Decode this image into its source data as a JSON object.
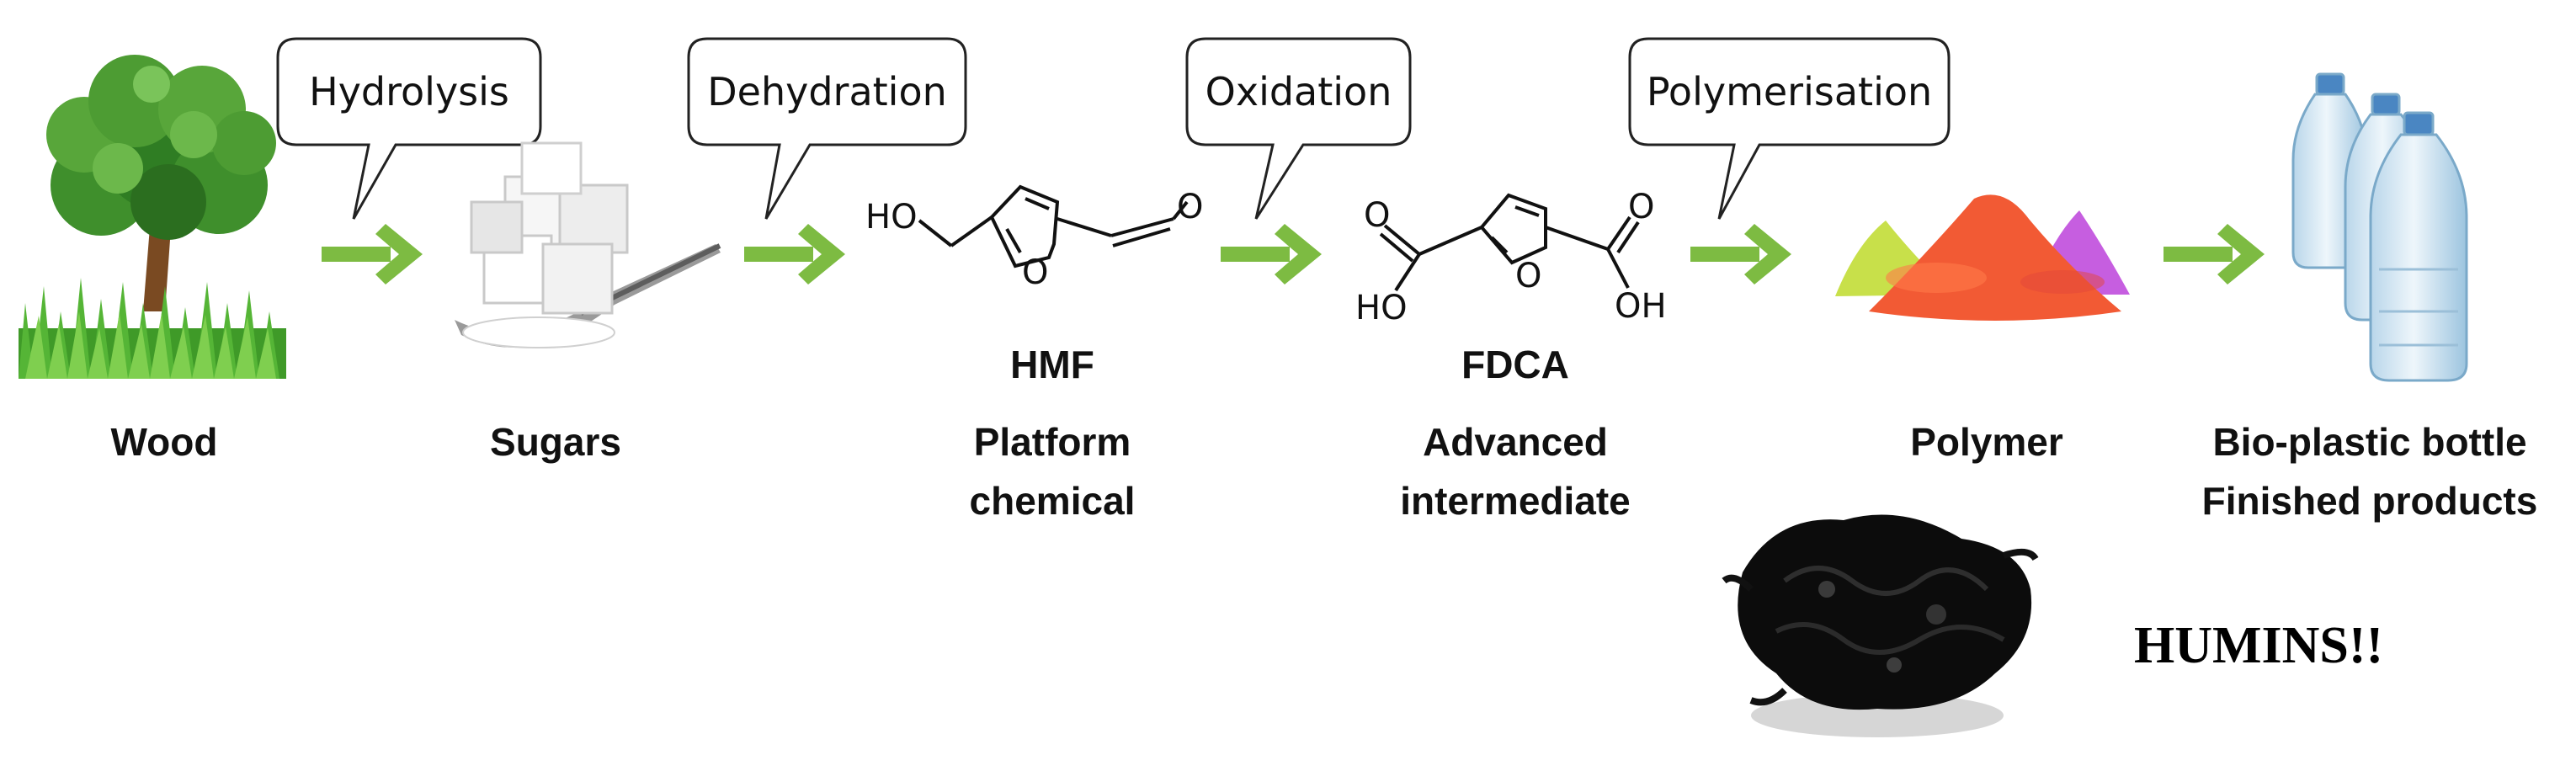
{
  "steps": [
    {
      "label": "Hydrolysis"
    },
    {
      "label": "Dehydration"
    },
    {
      "label": "Oxidation"
    },
    {
      "label": "Polymerisation"
    }
  ],
  "stages": {
    "wood": {
      "label": "Wood"
    },
    "sugars": {
      "label": "Sugars"
    },
    "hmf": {
      "name": "HMF",
      "line1": "Platform",
      "line2": "chemical"
    },
    "fdca": {
      "name": "FDCA",
      "line1": "Advanced",
      "line2": "intermediate"
    },
    "polymer": {
      "label": "Polymer"
    },
    "bottle": {
      "line1": "Bio-plastic bottle",
      "line2": "Finished products"
    }
  },
  "byproduct": {
    "label": "HUMINS!!"
  },
  "molecules": {
    "hmf": {
      "hydroxyl": "HO",
      "ring_oxygen": "O",
      "carbonyl_oxygen": "O"
    },
    "fdca": {
      "carbonyl_left": "O",
      "hydroxyl_left": "HO",
      "ring_oxygen": "O",
      "carbonyl_right": "O",
      "hydroxyl_right": "OH"
    }
  },
  "colors": {
    "arrow": "#7dbb42",
    "text": "#111111",
    "bubble_border": "#222222"
  }
}
